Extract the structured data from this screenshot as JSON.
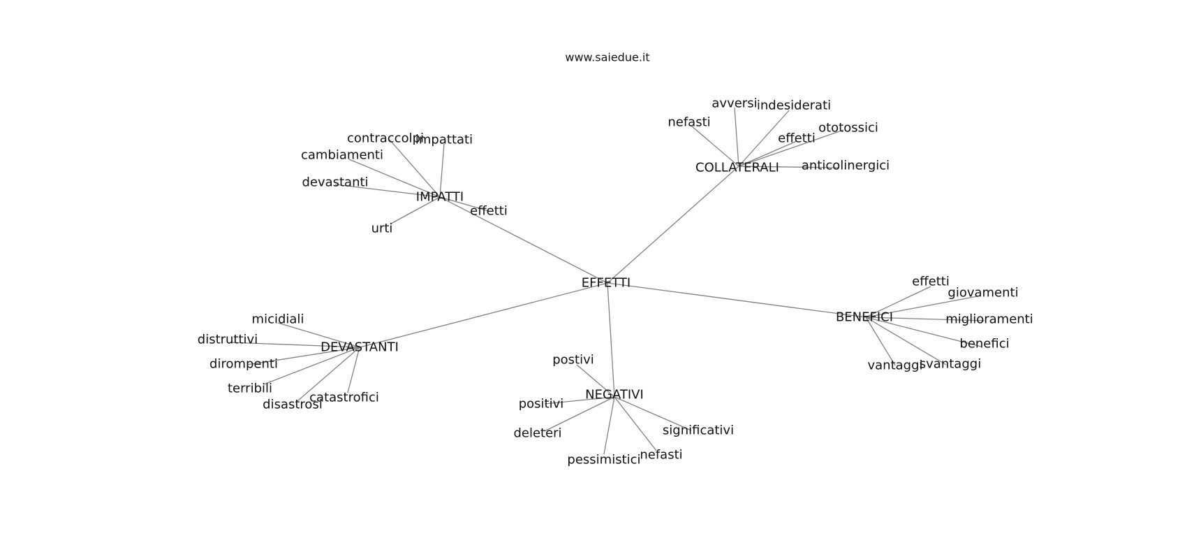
{
  "site": "www.saiedue.it",
  "graph": {
    "root": "EFFETTI",
    "groups": [
      {
        "name": "IMPATTI",
        "children": [
          "contraccolpi",
          "impattati",
          "cambiamenti",
          "devastanti",
          "effetti",
          "urti"
        ]
      },
      {
        "name": "COLLATERALI",
        "children": [
          "avversi",
          "indesiderati",
          "nefasti",
          "ototossici",
          "effetti",
          "anticolinergici"
        ]
      },
      {
        "name": "BENEFICI",
        "children": [
          "effetti",
          "giovamenti",
          "miglioramenti",
          "benefici",
          "vantaggi",
          "svantaggi"
        ]
      },
      {
        "name": "DEVASTANTI",
        "children": [
          "micidiali",
          "distruttivi",
          "dirompenti",
          "terribili",
          "disastrosi",
          "catastrofici"
        ]
      },
      {
        "name": "NEGATIVI",
        "children": [
          "postivi",
          "positivi",
          "deleteri",
          "pessimistici",
          "nefasti",
          "significativi"
        ]
      }
    ]
  }
}
